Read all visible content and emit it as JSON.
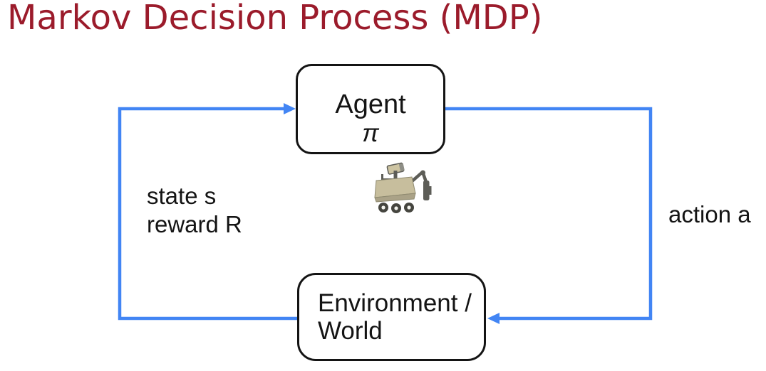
{
  "title": "Markov Decision Process (MDP)",
  "colors": {
    "title": "#9B1B2B",
    "arrow": "#4285F4",
    "box_border": "#141414",
    "text": "#141414"
  },
  "diagram": {
    "agent_box": {
      "label": "Agent",
      "policy_symbol": "π"
    },
    "rover_icon": "mars-rover-icon",
    "environment_box": {
      "label_line1": "Environment /",
      "label_line2": "World"
    },
    "edges": {
      "state_reward": {
        "label_line1": "state s",
        "label_line2": "reward R",
        "from": "Environment / World",
        "to": "Agent"
      },
      "action": {
        "label": "action a",
        "from": "Agent",
        "to": "Environment / World"
      }
    }
  }
}
